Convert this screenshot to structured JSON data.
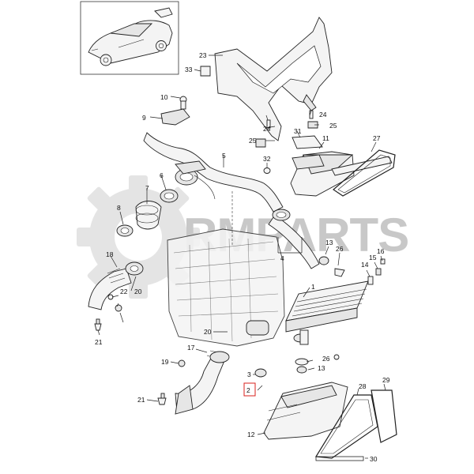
{
  "watermark": {
    "text": "RMPARTS",
    "color": "#c8c8c8"
  },
  "callouts": {
    "c1": "1",
    "c2": "2",
    "c3": "3",
    "c4": "4",
    "c5": "5",
    "c6": "6",
    "c7": "7",
    "c8": "8",
    "c9": "9",
    "c10": "10",
    "c11": "11",
    "c12": "12",
    "c13a": "13",
    "c13b": "13",
    "c14": "14",
    "c15": "15",
    "c16": "16",
    "c17": "17",
    "c18": "18",
    "c19": "19",
    "c20a": "20",
    "c20b": "20",
    "c21a": "21",
    "c21b": "21",
    "c22": "22",
    "c23": "23",
    "c24a": "24",
    "c24b": "24",
    "c25a": "25",
    "c25b": "25",
    "c26a": "26",
    "c26b": "26",
    "c27": "27",
    "c28": "28",
    "c29": "29",
    "c30": "30",
    "c31": "31",
    "c32": "32",
    "c33": "33"
  },
  "highlight": {
    "callout": "2",
    "color": "#d9221c"
  },
  "icons": {
    "car": "car-thumbnail-icon",
    "gear": "gear-watermark-icon"
  }
}
